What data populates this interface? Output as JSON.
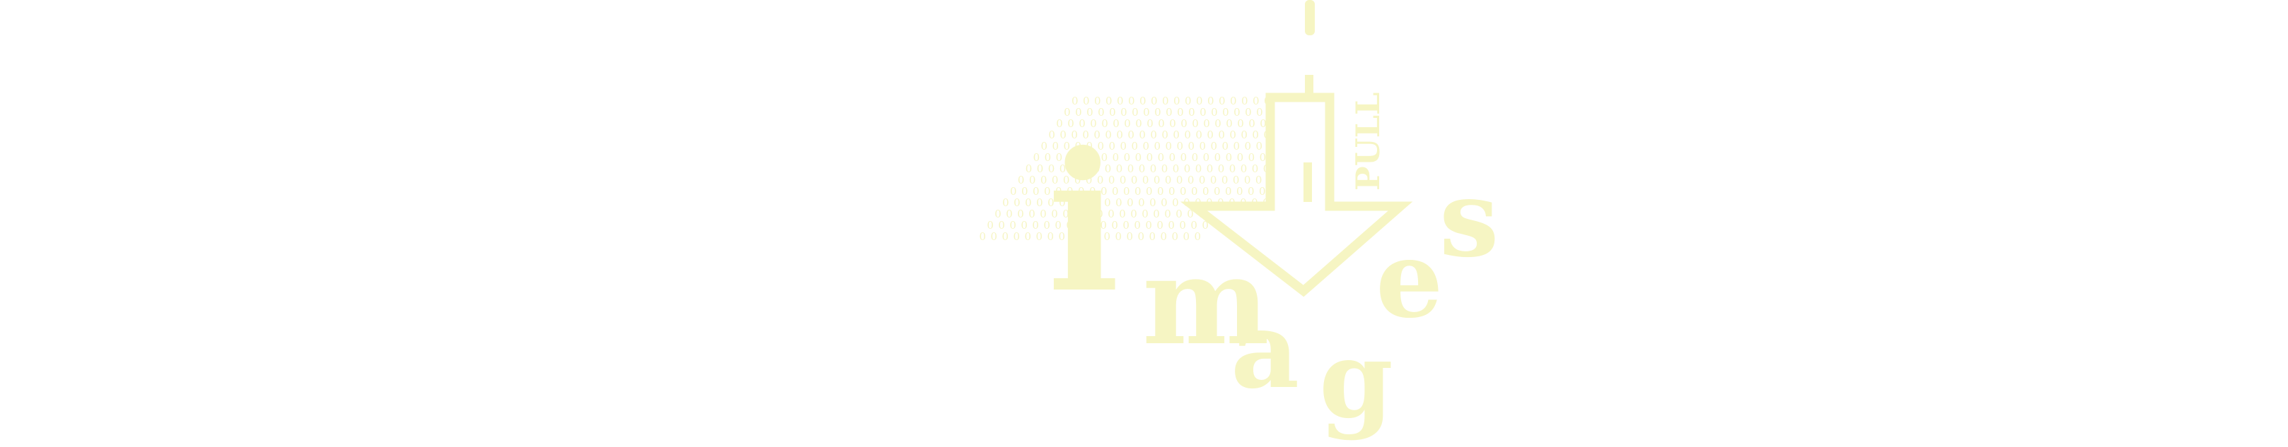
{
  "logo": {
    "word_pull": "PULL",
    "letter_i": "i",
    "word_images": "images",
    "binary_digits": "0",
    "colors": {
      "ink": "#f6f5c3",
      "background": "#ffffff"
    }
  }
}
